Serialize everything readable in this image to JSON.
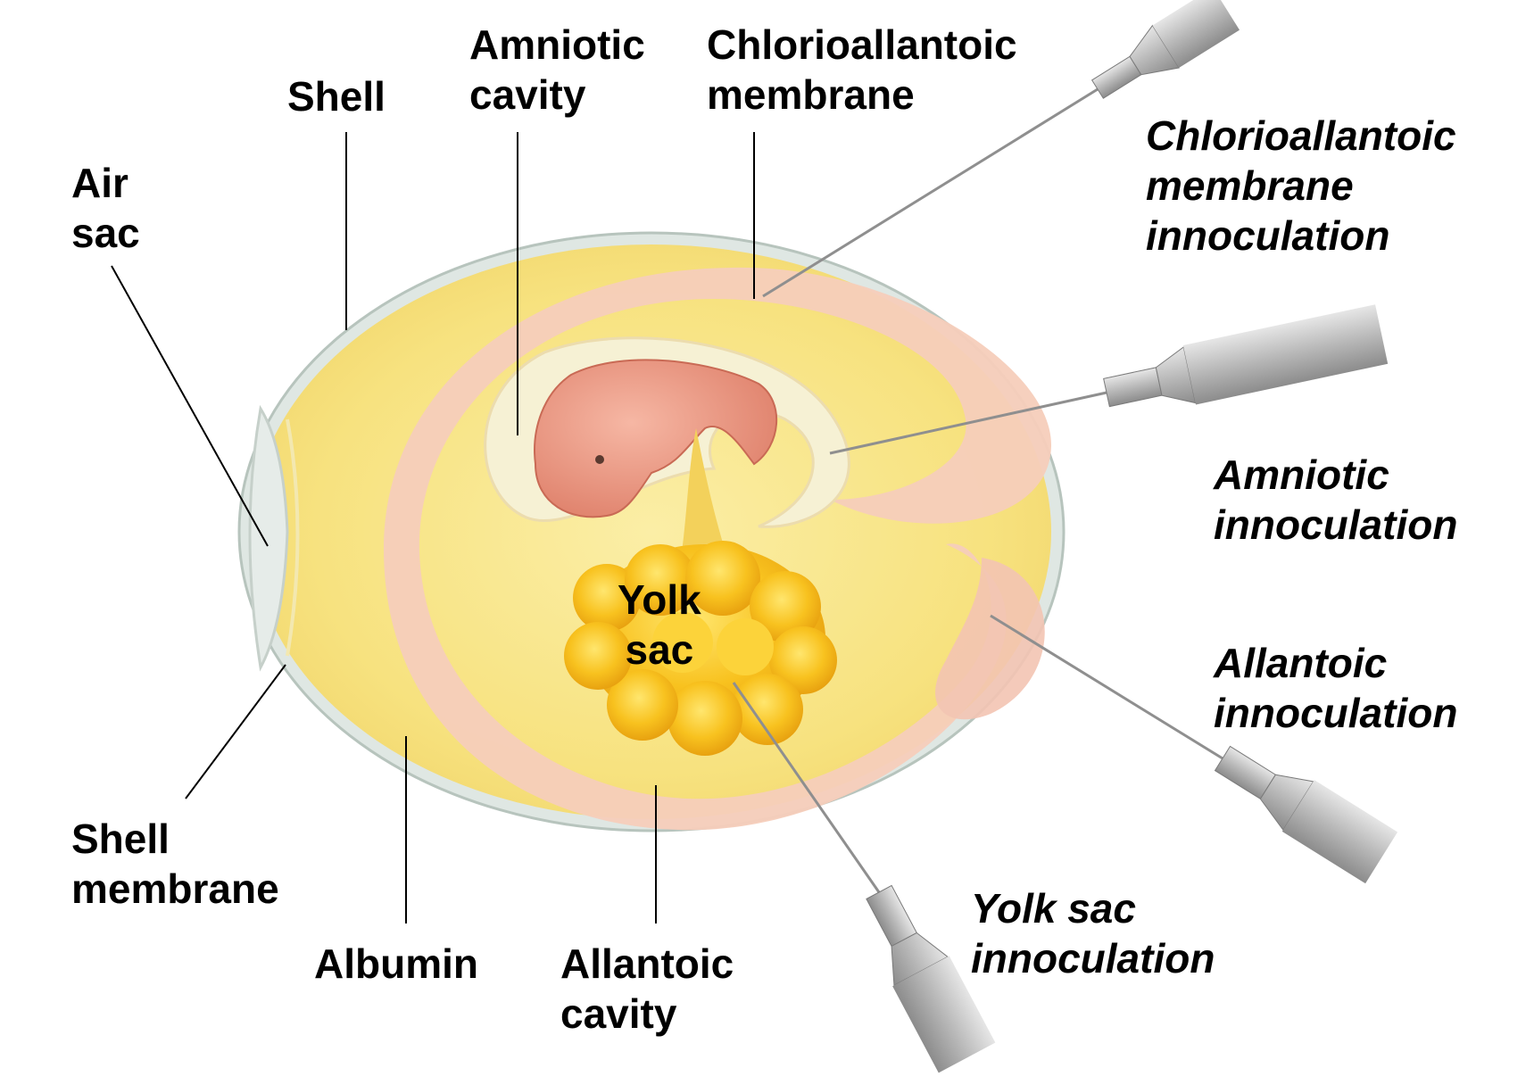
{
  "labels": {
    "shell": [
      "Shell"
    ],
    "amniotic_cavity": [
      "Amniotic",
      "cavity"
    ],
    "chorioallantoic_membrane": [
      "Chlorioallantoic",
      "membrane"
    ],
    "air_sac": [
      "Air",
      "sac"
    ],
    "yolk_sac": [
      "Yolk",
      "sac"
    ],
    "shell_membrane": [
      "Shell",
      "membrane"
    ],
    "albumin": [
      "Albumin"
    ],
    "allantoic_cavity": [
      "Allantoic",
      "cavity"
    ]
  },
  "inoculations": {
    "chorioallantoic_membrane": [
      "Chlorioallantoic",
      "membrane",
      "innoculation"
    ],
    "amniotic": [
      "Amniotic",
      "innoculation"
    ],
    "allantoic": [
      "Allantoic",
      "innoculation"
    ],
    "yolk_sac": [
      "Yolk sac",
      "innoculation"
    ]
  },
  "colors": {
    "shell": "#dfe7e3",
    "albumin": "#f7e48a",
    "allantoic_membrane": "#f3c4b2",
    "amnion": "#f4f1cf",
    "embryo": "#e9907b",
    "yolk": "#f7be1e",
    "needle": "#9a9a9a"
  }
}
